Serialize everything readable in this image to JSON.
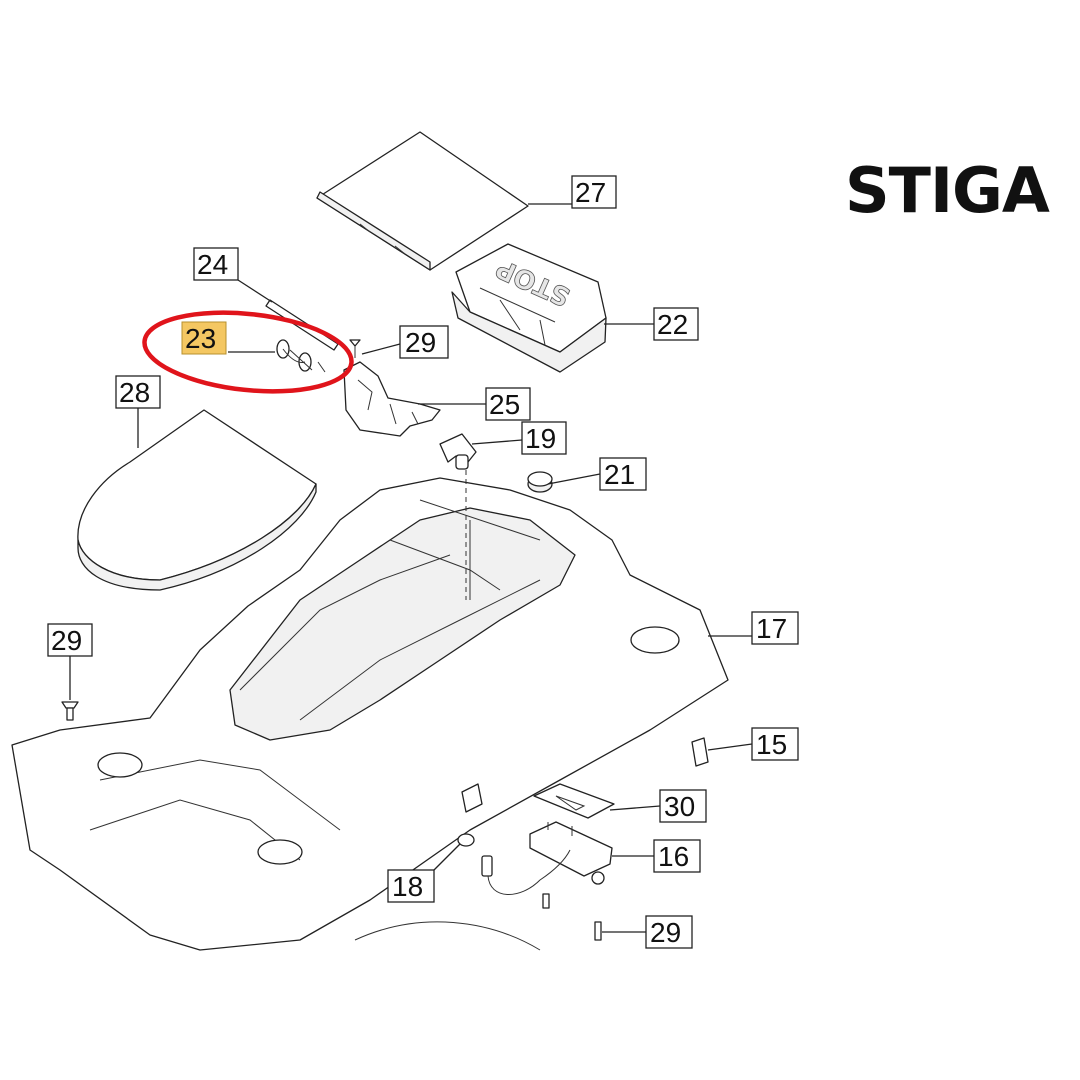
{
  "brand": {
    "logo_text": "STIGA"
  },
  "highlight": {
    "callout": "23",
    "highlight_color": "#f4c762",
    "circle_color": "#e0141b"
  },
  "stop_button_text": "STOP",
  "callouts": [
    {
      "label": "27",
      "highlighted": false
    },
    {
      "label": "24",
      "highlighted": false
    },
    {
      "label": "22",
      "highlighted": false
    },
    {
      "label": "23",
      "highlighted": true
    },
    {
      "label": "29",
      "highlighted": false
    },
    {
      "label": "28",
      "highlighted": false
    },
    {
      "label": "25",
      "highlighted": false
    },
    {
      "label": "19",
      "highlighted": false
    },
    {
      "label": "21",
      "highlighted": false
    },
    {
      "label": "17",
      "highlighted": false
    },
    {
      "label": "29",
      "highlighted": false
    },
    {
      "label": "15",
      "highlighted": false
    },
    {
      "label": "30",
      "highlighted": false
    },
    {
      "label": "16",
      "highlighted": false
    },
    {
      "label": "18",
      "highlighted": false
    },
    {
      "label": "29",
      "highlighted": false
    }
  ]
}
